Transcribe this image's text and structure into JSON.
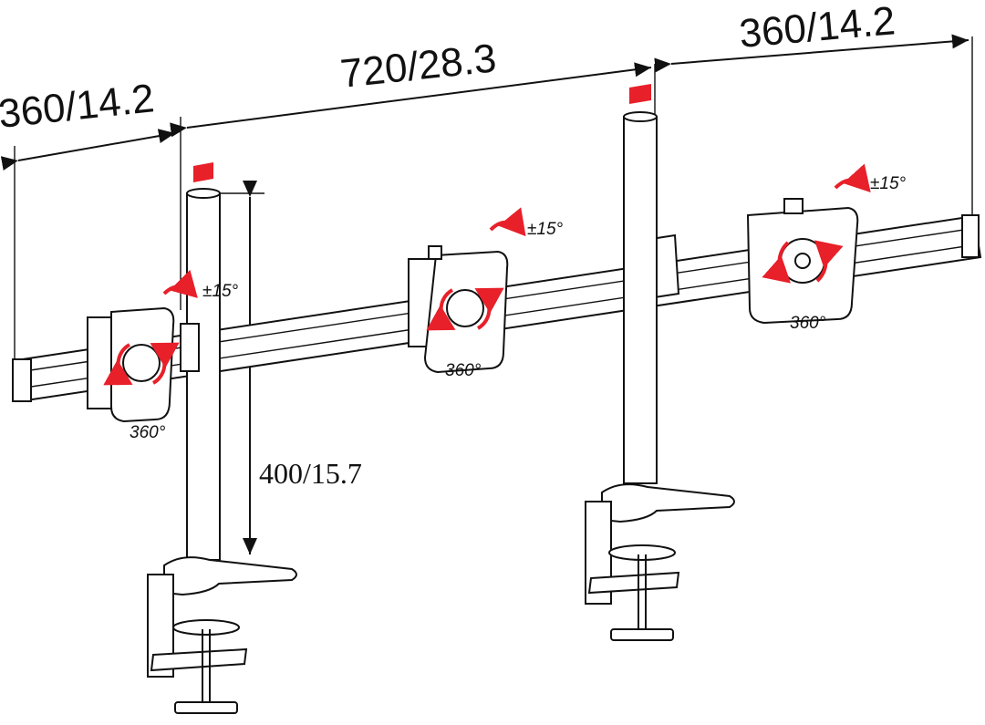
{
  "dimensions": {
    "left_span": "360/14.2",
    "center_span": "720/28.3",
    "right_span": "360/14.2",
    "pole_height": "400/15.7"
  },
  "mounts": [
    {
      "tilt": "±15°",
      "rotation": "360°"
    },
    {
      "tilt": "±15°",
      "rotation": "360°"
    },
    {
      "tilt": "±15°",
      "rotation": "360°"
    }
  ],
  "colors": {
    "line": "#111111",
    "accent": "#e8202a",
    "background": "#ffffff"
  }
}
